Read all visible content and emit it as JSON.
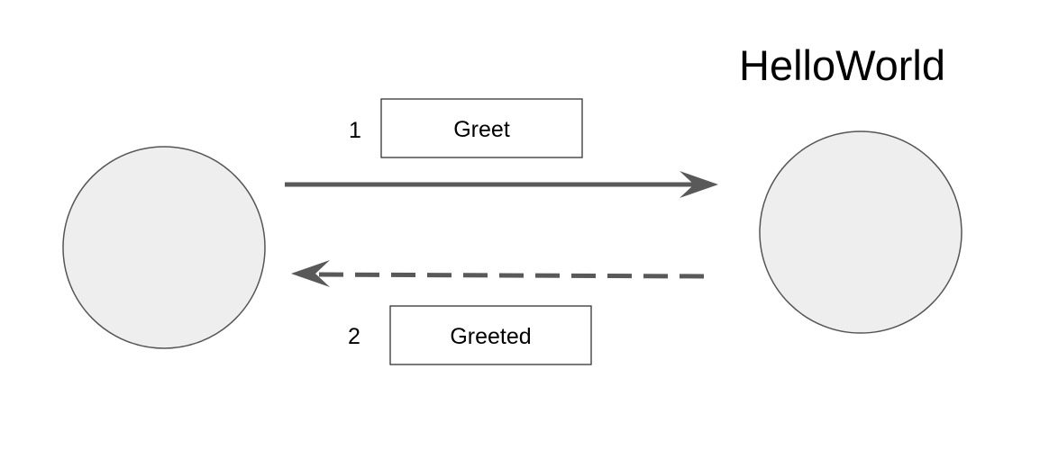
{
  "diagram": {
    "title": "HelloWorld",
    "messages": [
      {
        "step": "1",
        "label": "Greet",
        "style": "solid",
        "direction": "left-to-right"
      },
      {
        "step": "2",
        "label": "Greeted",
        "style": "dashed",
        "direction": "right-to-left"
      }
    ],
    "colors": {
      "node_fill": "#eeeeee",
      "node_stroke": "#555555",
      "arrow": "#595959"
    }
  }
}
